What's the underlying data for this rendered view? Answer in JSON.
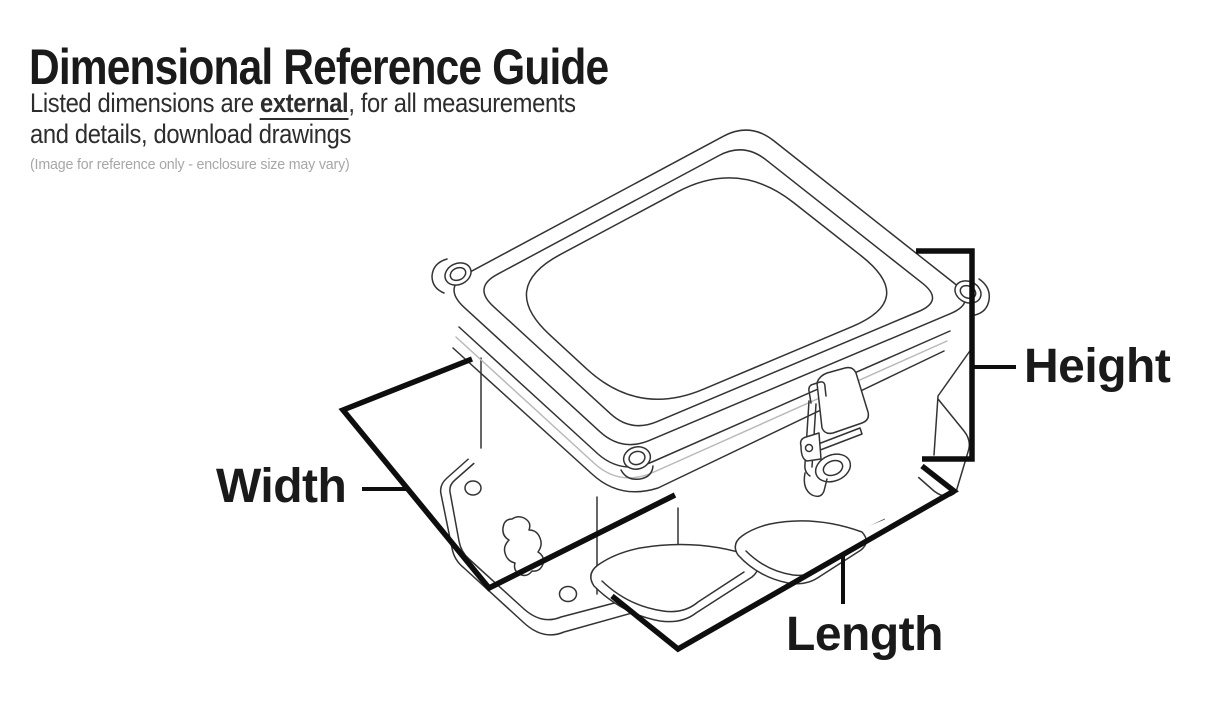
{
  "header": {
    "title": "Dimensional Reference Guide",
    "subtitle_prefix": "Listed dimensions are ",
    "subtitle_emphasis": "external",
    "subtitle_suffix": ", for all measurements",
    "subtitle_line2": "and details, download drawings",
    "disclaimer": "(Image for reference only - enclosure size may vary)"
  },
  "figure": {
    "description": "Isometric line drawing of a latching electrical enclosure with lid, padlock latch and mounting flange feet",
    "labels": {
      "width": "Width",
      "height": "Height",
      "length": "Length"
    }
  },
  "colors": {
    "text_primary": "#1a1a1a",
    "text_body": "#2d2d2d",
    "text_muted": "#a7a7a7",
    "line_art": "#333333",
    "line_art_light": "#b9b9b9",
    "annotation": "#0e0e0e",
    "bg": "#ffffff"
  }
}
